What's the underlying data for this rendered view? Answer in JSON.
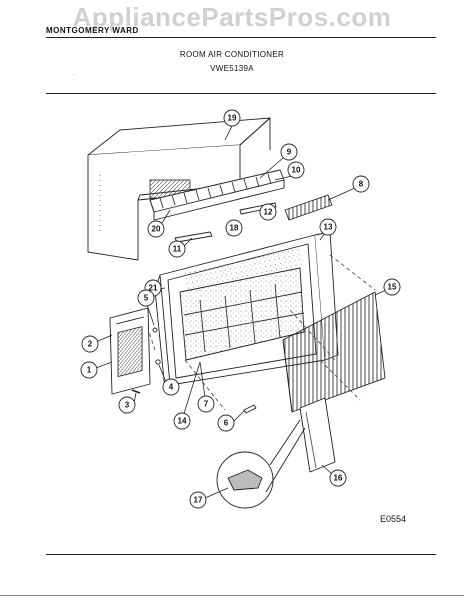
{
  "watermark": "AppliancePartsPros.com",
  "header": {
    "model_line": "MONTGOMERY WARD",
    "title": "ROOM AIR CONDITIONER",
    "model": "VWE5139A"
  },
  "figure_code": "E0554",
  "callouts": [
    "19",
    "9",
    "10",
    "8",
    "12",
    "20",
    "18",
    "11",
    "13",
    "21",
    "5",
    "15",
    "2",
    "1",
    "4",
    "3",
    "14",
    "7",
    "6",
    "16",
    "17"
  ],
  "colors": {
    "line": "#222222",
    "grille": "#555555",
    "watermark": "#969696"
  }
}
